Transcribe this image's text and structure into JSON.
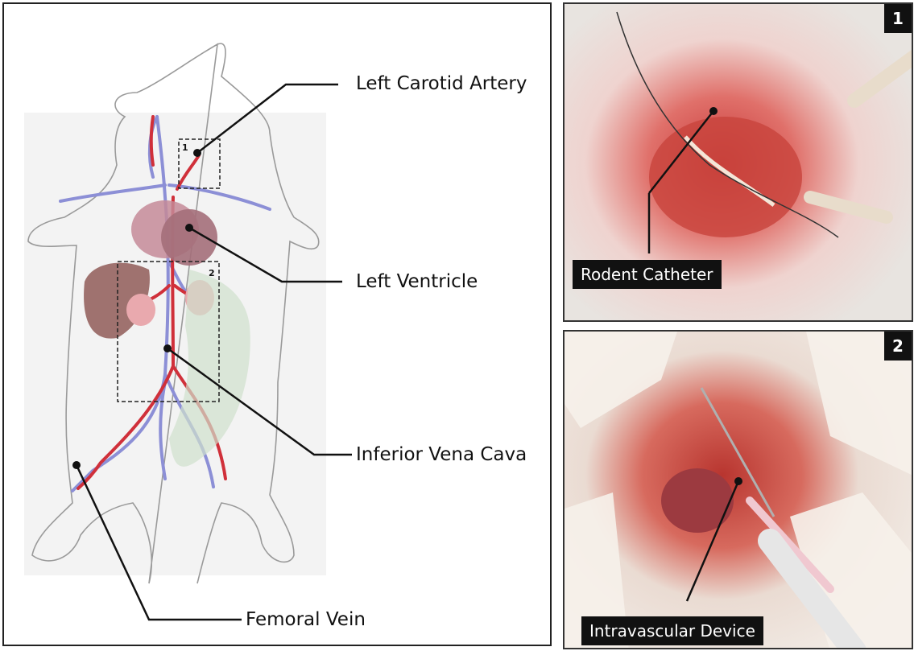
{
  "diagram": {
    "labels": {
      "left_carotid_artery": "Left Carotid Artery",
      "left_ventricle": "Left Ventricle",
      "inferior_vena_cava": "Inferior Vena Cava",
      "femoral_vein": "Femoral Vein"
    },
    "box_numbers": {
      "box1": "1",
      "box2": "2"
    },
    "colors": {
      "artery": "#d0303a",
      "vein": "#8c8fd6",
      "outline": "#999999",
      "heart": "#b07a86",
      "liver": "#8f5a57"
    }
  },
  "photos": [
    {
      "badge": "1",
      "caption": "Rodent Catheter"
    },
    {
      "badge": "2",
      "caption": "Intravascular Device"
    }
  ]
}
